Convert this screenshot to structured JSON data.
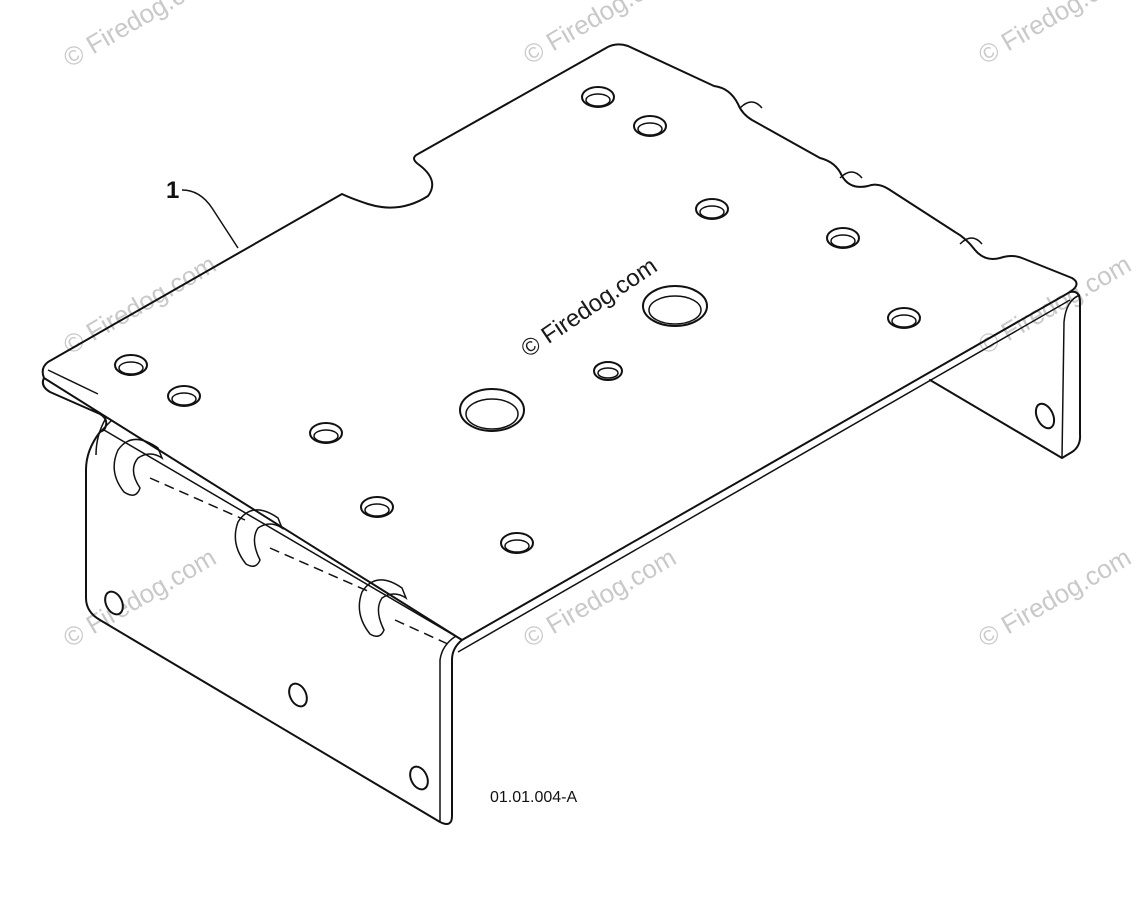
{
  "diagram": {
    "callout_number": "1",
    "part_code": "01.01.004-A",
    "center_watermark": "© Firedog.com",
    "watermark_text": "© Firedog.com"
  }
}
